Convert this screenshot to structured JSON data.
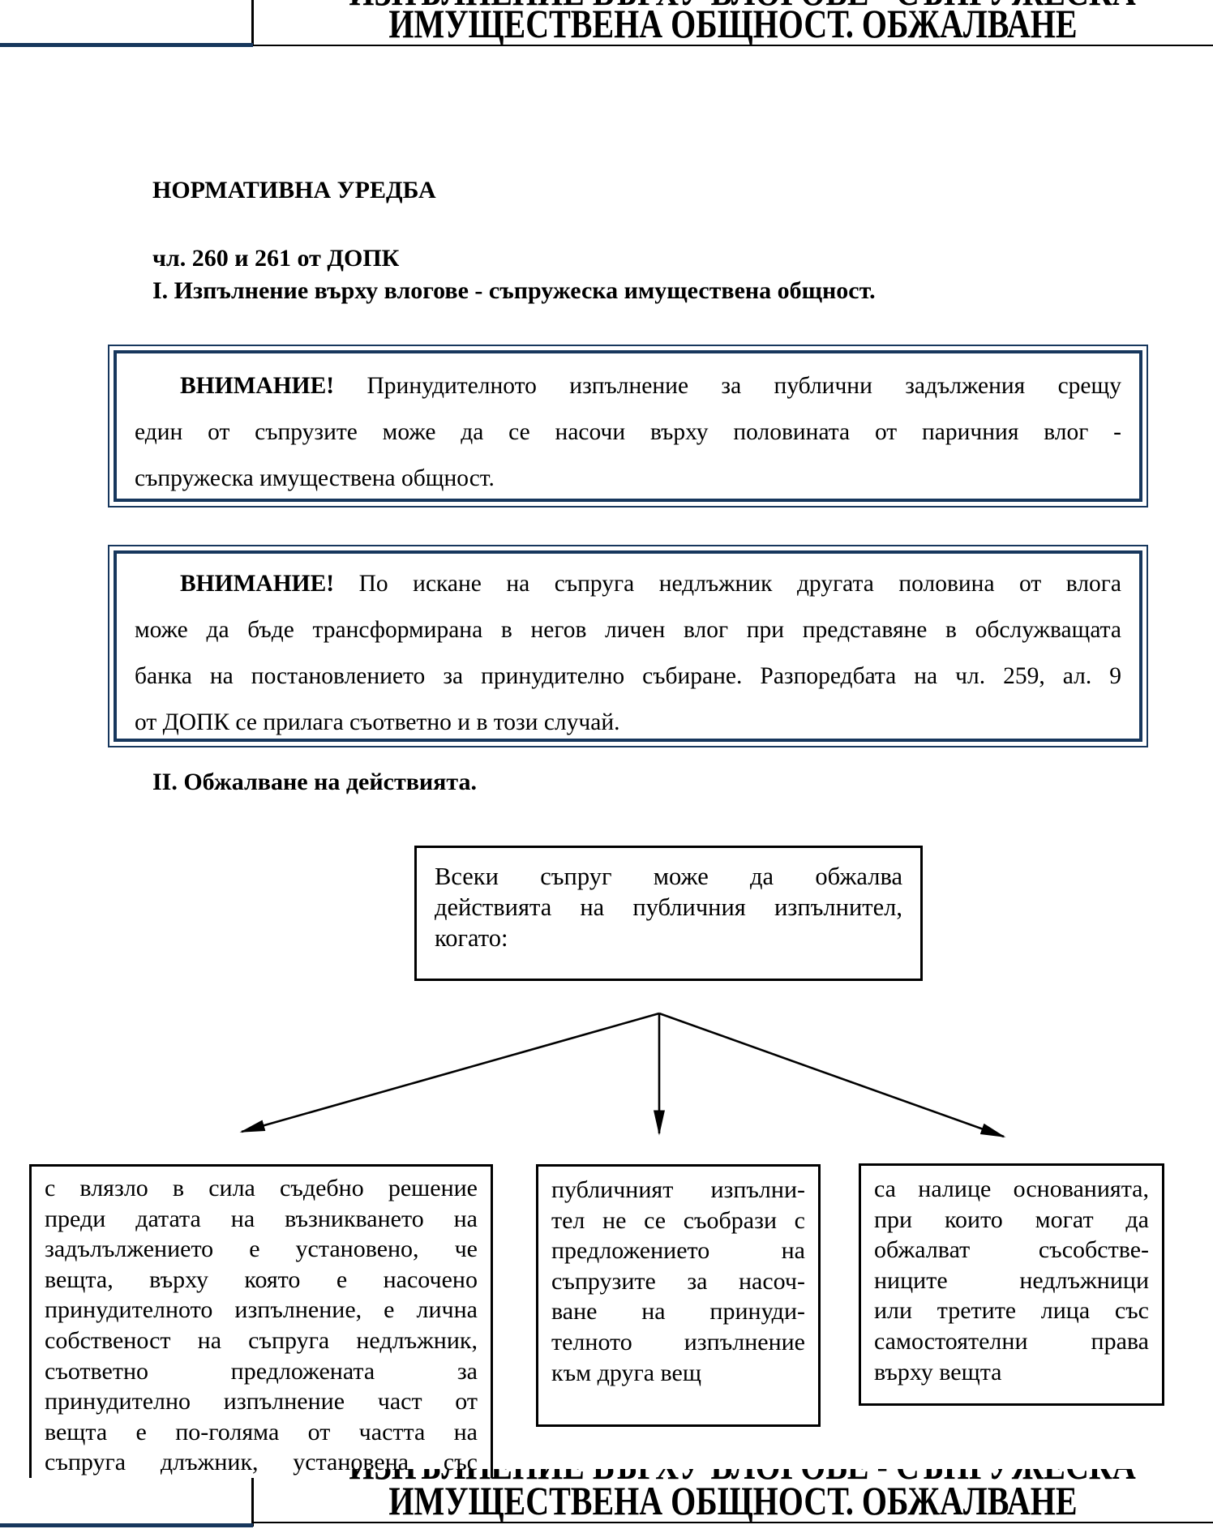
{
  "colors": {
    "accent_navy": "#17375D",
    "text": "#000000"
  },
  "header": {
    "title_line1": "ИЗПЪЛНЕНИЕ ВЪРХУ ВЛОГОВЕ - СЪПРУЖЕСКА",
    "title_line2": "ИМУЩЕСТВЕНА ОБЩНОСТ. ОБЖАЛВАНЕ"
  },
  "headings": {
    "normative": "НОРМАТИВНА УРЕДБА",
    "articles": "чл. 260 и 261 от ДОПК",
    "section1": "I. Изпълнение върху влогове - съпружеска имуществена общност.",
    "section2": "II. Обжалване на действията."
  },
  "warning1": {
    "label": "ВНИМАНИЕ!",
    "line1": "Принудителното изпълнение за публични задължения срещу",
    "line2": "един от съпрузите може да се насочи върху половината от паричния влог -",
    "line3": "съпружеска имуществена общност."
  },
  "warning2": {
    "label": "ВНИМАНИЕ!",
    "line1": "По искане на съпруга недлъжник другата половина от влога",
    "line2": "може да бъде трансформирана в негов личен влог при представяне в обслужващата",
    "line3": "банка на постановлението за принудително събиране. Разпоредбата на чл. 259, ал. 9",
    "line4": "от ДОПК се прилага съответно и в този случай."
  },
  "flow": {
    "root": {
      "lines": [
        "Всеки съпруг може да обжалва",
        "действията на публичния изпълнител,",
        "когато:"
      ]
    },
    "left": {
      "lines": [
        "с влязло в сила съдебно решение",
        "преди датата на възникването на",
        "задълължението е установено, че",
        "вещта, върху която е насочено",
        "принудителното изпълнение, е лична",
        "собственост на съпруга недлъжник,",
        "съответно предложената за",
        "принудително изпълнение част от",
        "вещта е по-голяма от частта на",
        "съпруга длъжник, установена със"
      ]
    },
    "middle": {
      "lines": [
        "публичният изпълни-",
        "тел не се съобрази с",
        "предложението на",
        "съпрузите за насоч-",
        "ване на принуди-",
        "телното изпълнение",
        "към друга вещ"
      ]
    },
    "right": {
      "lines": [
        "са налице основанията,",
        "при които могат да",
        "обжалват съсобстве-",
        "ниците недлъжници",
        "или третите лица със",
        "самостоятелни права",
        "върху вещта"
      ]
    }
  },
  "footer": {
    "title_line1": "ИЗПЪЛНЕНИЕ ВЪРХУ ВЛОГОВЕ - СЪПРУЖЕСКА",
    "title_line2": "ИМУЩЕСТВЕНА ОБЩНОСТ. ОБЖАЛВАНЕ"
  }
}
